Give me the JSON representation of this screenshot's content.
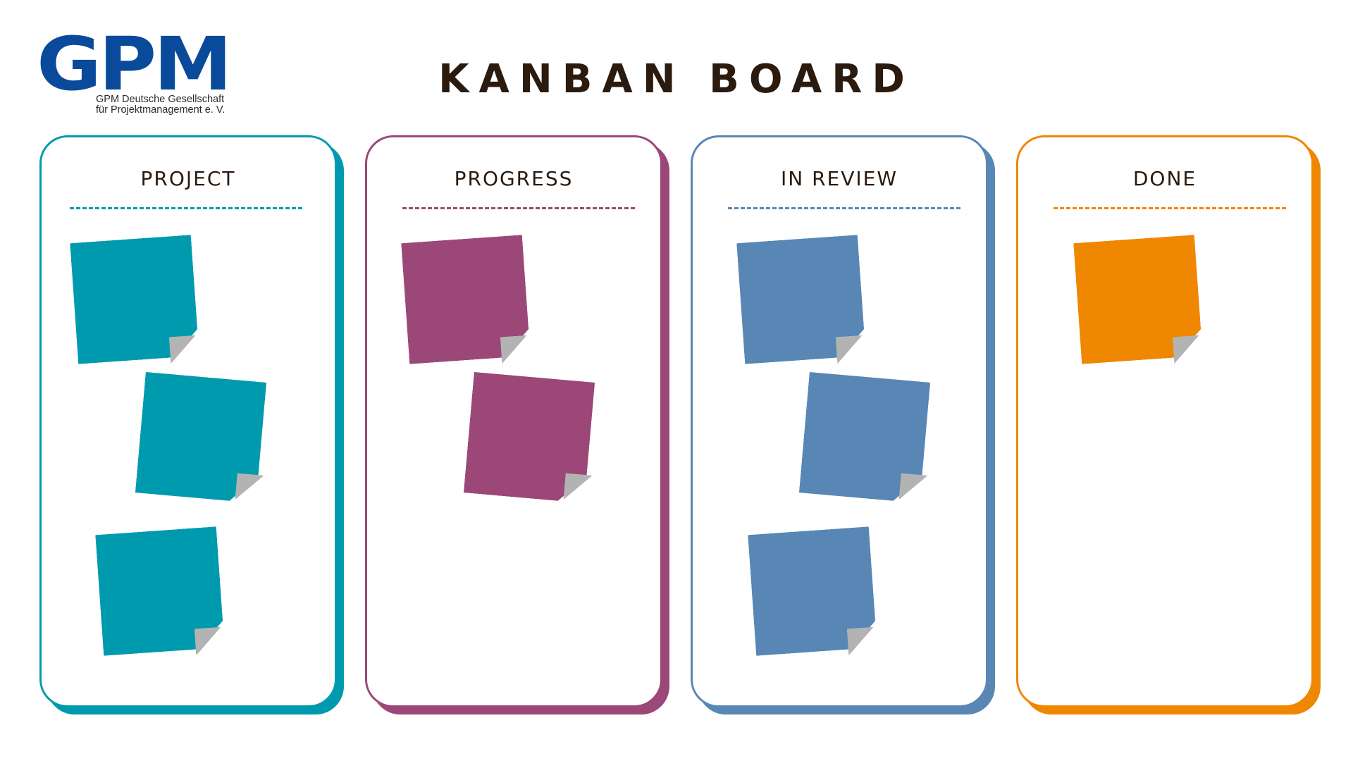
{
  "header": {
    "logo_mark": "GPM",
    "logo_line1": "GPM Deutsche Gesellschaft",
    "logo_line2": "für Projektmanagement e. V.",
    "title": "KANBAN BOARD"
  },
  "colors": {
    "project": "#009aae",
    "progress": "#9b4878",
    "in_review": "#5887b5",
    "done": "#ef8700",
    "logo": "#0a4a9b",
    "fold": "#b3b3b3",
    "text": "#2b1a0e"
  },
  "columns": [
    {
      "label": "PROJECT",
      "color": "#009aae",
      "note_count": 3
    },
    {
      "label": "PROGRESS",
      "color": "#9b4878",
      "note_count": 2
    },
    {
      "label": "IN REVIEW",
      "color": "#5887b5",
      "note_count": 3
    },
    {
      "label": "DONE",
      "color": "#ef8700",
      "note_count": 1
    }
  ]
}
